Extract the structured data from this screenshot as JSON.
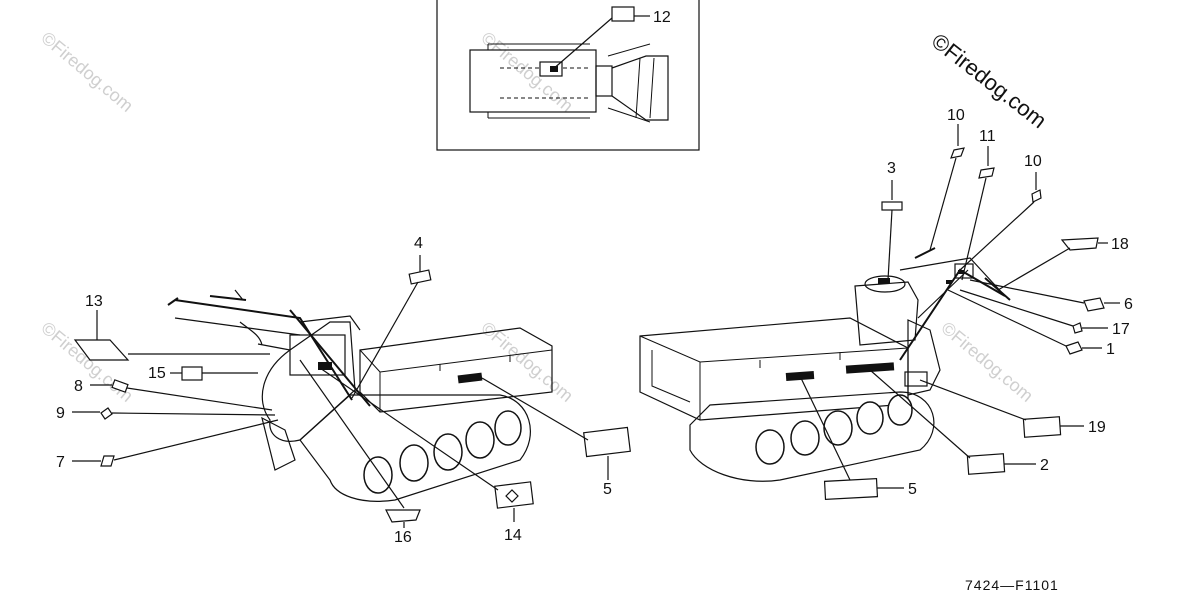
{
  "watermarks": {
    "main": "©Firedog.com",
    "faint": "©Firedog.com"
  },
  "drawing_code": "7424—F1101",
  "callouts": {
    "c1": "1",
    "c2": "2",
    "c3": "3",
    "c4": "4",
    "c5a": "5",
    "c5b": "5",
    "c6": "6",
    "c7": "7",
    "c8": "8",
    "c9": "9",
    "c10a": "10",
    "c10b": "10",
    "c11": "11",
    "c12": "12",
    "c13": "13",
    "c14": "14",
    "c15": "15",
    "c16": "16",
    "c17": "17",
    "c18": "18",
    "c19": "19"
  }
}
